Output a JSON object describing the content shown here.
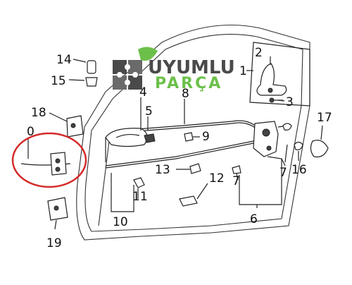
{
  "brand": {
    "name_line1": "UYUMLU",
    "name_line2": "PARÇA",
    "logo_icon": "puzzle-logo-icon",
    "color_primary": "#4a4a4a",
    "color_accent": "#6cc04a"
  },
  "callouts": {
    "c1": "1",
    "c2": "2",
    "c3": "3",
    "c4": "4",
    "c5": "5",
    "c6": "6",
    "c7a": "7",
    "c7b": "7",
    "c8": "8",
    "c9": "9",
    "c0": "0",
    "c10": "10",
    "c11": "11",
    "c12": "12",
    "c13": "13",
    "c14": "14",
    "c15": "15",
    "c16": "16",
    "c17": "17",
    "c18": "18",
    "c19": "19"
  },
  "highlight": {
    "color": "#d42a2a",
    "target_label": "0"
  }
}
